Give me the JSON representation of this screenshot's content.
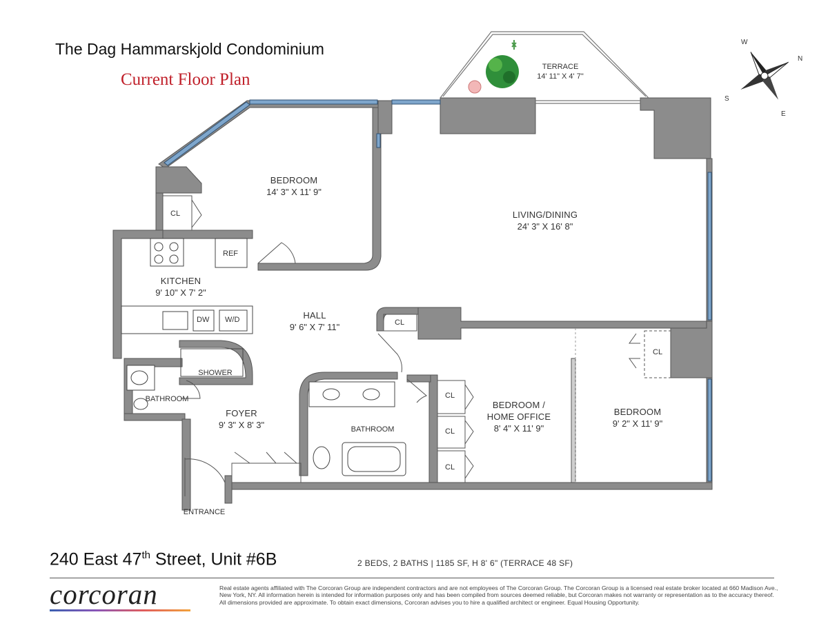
{
  "header": {
    "building_name": "The Dag Hammarskjold Condominium",
    "plan_subtitle": "Current Floor Plan"
  },
  "compass": {
    "north": "N",
    "south": "S",
    "east": "E",
    "west": "W"
  },
  "rooms": {
    "terrace": {
      "name": "TERRACE",
      "dims": "14' 11\" X 4' 7\""
    },
    "bedroom_1": {
      "name": "BEDROOM",
      "dims": "14' 3\" X 11' 9\""
    },
    "living_dining": {
      "name": "LIVING/DINING",
      "dims": "24' 3\" X 16' 8\""
    },
    "kitchen": {
      "name": "KITCHEN",
      "dims": "9' 10\" X 7' 2\""
    },
    "hall": {
      "name": "HALL",
      "dims": "9' 6\" X 7' 11\""
    },
    "foyer": {
      "name": "FOYER",
      "dims": "9' 3\" X 8' 3\""
    },
    "bedroom_office": {
      "name": "BEDROOM /",
      "name2": "HOME OFFICE",
      "dims": "8' 4\" X 11' 9\""
    },
    "bedroom_2": {
      "name": "BEDROOM",
      "dims": "9' 2\" X 11' 9\""
    },
    "bathroom_1": {
      "name": "BATHROOM"
    },
    "bathroom_2": {
      "name": "BATHROOM"
    },
    "shower": {
      "name": "SHOWER"
    },
    "entrance": {
      "name": "ENTRANCE"
    }
  },
  "fixtures": {
    "closet": "CL",
    "refrigerator": "REF",
    "dishwasher": "DW",
    "washer_dryer": "W/D"
  },
  "footer": {
    "address_pre": "240 East 47",
    "address_sup": "th",
    "address_post": " Street, Unit #6B",
    "unit_info": "2 BEDS, 2 BATHS | 1185 SF, H 8' 6\" (TERRACE 48 SF)",
    "brand": "corcoran",
    "disclaimer": "Real estate agents affiliated with The Corcoran Group are independent contractors and are not employees of The Corcoran Group. The Corcoran Group is a licensed real estate broker located at 660 Madison Ave., New York, NY. All information herein is intended for information purposes only and has been compiled from sources deemed reliable, but Corcoran makes not warranty or representation as to the accuracy thereof. All dimensions provided are approximate. To obtain exact dimensions, Corcoran advises you to hire a qualified architect or engineer. Equal Housing Opportunity."
  },
  "colors": {
    "wall": "#8c8c8c",
    "window": "#7ea6cc",
    "title_red": "#c0202a",
    "plant_green": "#2f8f3a"
  }
}
